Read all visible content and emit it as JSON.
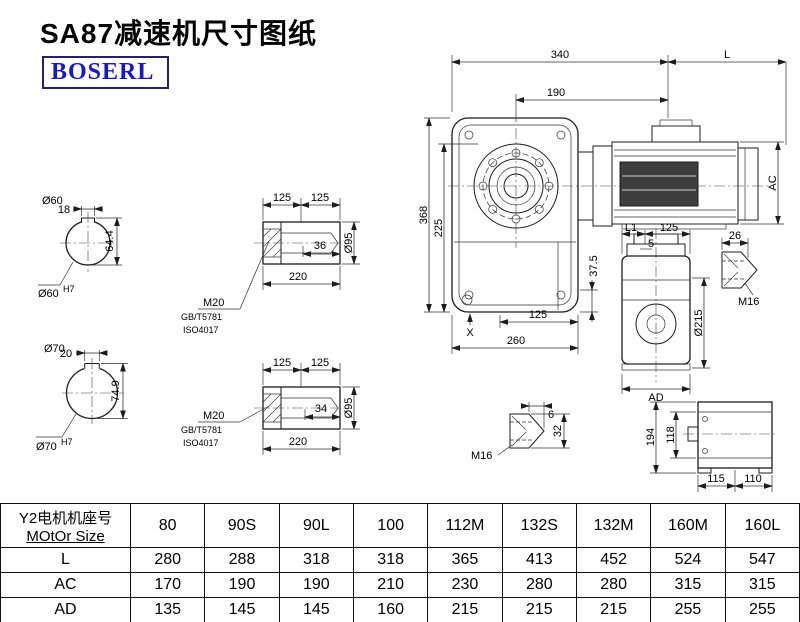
{
  "title": "SA87减速机尺寸图纸",
  "brand": "BOSERL",
  "colors": {
    "brand_blue": "#1a18c8",
    "ink": "#000000"
  },
  "drawing": {
    "main_view": {
      "w340": "340",
      "w190": "190",
      "wL": "L",
      "h368": "368",
      "h225": "225",
      "h37_5": "37.5",
      "b125": "125",
      "b260": "260",
      "x_mark": "X",
      "ac": "AC"
    },
    "side_view": {
      "l1": "L1",
      "d125": "125",
      "d5": "5",
      "dia215": "Ø215",
      "ad": "AD"
    },
    "hole_right": {
      "d26": "26",
      "m16": "M16"
    },
    "hole_bottom": {
      "d6": "6",
      "d32": "32",
      "m16": "M16"
    },
    "rear_view": {
      "d194": "194",
      "d118": "118",
      "d115": "115",
      "d110": "110"
    },
    "shaft60": {
      "dia": "Ø60",
      "key_w": "18",
      "key_h": "64.4",
      "bore": "Ø60",
      "tol": "H7"
    },
    "shaft60_side": {
      "l125a": "125",
      "l125b": "125",
      "d36": "36",
      "d220": "220",
      "dia95": "Ø95",
      "thread": "M20",
      "std1": "GB/T5781",
      "std2": "ISO4017"
    },
    "shaft70": {
      "dia": "Ø70",
      "key_w": "20",
      "key_h": "74.9",
      "bore": "Ø70",
      "tol": "H7"
    },
    "shaft70_side": {
      "l125a": "125",
      "l125b": "125",
      "d34": "34",
      "d220": "220",
      "dia95": "Ø95",
      "thread": "M20",
      "std1": "GB/T5781",
      "std2": "ISO4017"
    }
  },
  "table": {
    "header_cn": "Y2电机机座号",
    "header_en": "MOtOr Size",
    "sizes": [
      "80",
      "90S",
      "90L",
      "100",
      "112M",
      "132S",
      "132M",
      "160M",
      "160L"
    ],
    "rows": [
      {
        "label": "L",
        "values": [
          "280",
          "288",
          "318",
          "318",
          "365",
          "413",
          "452",
          "524",
          "547"
        ]
      },
      {
        "label": "AC",
        "values": [
          "170",
          "190",
          "190",
          "210",
          "230",
          "280",
          "280",
          "315",
          "315"
        ]
      },
      {
        "label": "AD",
        "values": [
          "135",
          "145",
          "145",
          "160",
          "215",
          "215",
          "215",
          "255",
          "255"
        ]
      }
    ]
  }
}
